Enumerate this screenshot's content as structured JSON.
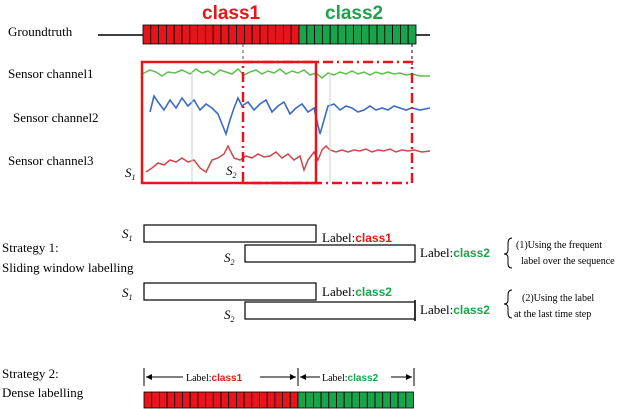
{
  "colors": {
    "class1": "#e8141b",
    "class2": "#1aa34a",
    "channel1": "#5cbf4c",
    "channel2": "#3a6bc4",
    "channel3": "#d0464b",
    "window": "#e8141b"
  },
  "top": {
    "groundtruth_label": "Groundtruth",
    "class1_title": "class1",
    "class2_title": "class2",
    "channels": [
      "Sensor channel1",
      "Sensor channel2",
      "Sensor channel3"
    ],
    "s1": "S",
    "s1_sub": "1",
    "s2": "S",
    "s2_sub": "2"
  },
  "strategy1": {
    "title_line1": "Strategy  1:",
    "title_line2": "Sliding window labelling",
    "s1": "S",
    "s1_sub": "1",
    "s2": "S",
    "s2_sub": "2",
    "label_prefix": "Label:",
    "row1_label": "class1",
    "row2_label": "class2",
    "row3_label": "class2",
    "row4_label": "class2",
    "note1_line1": "(1)Using the frequent",
    "note1_line2": "label over the sequence",
    "note2_line1": "(2)Using the label",
    "note2_line2": "at the last time step"
  },
  "strategy2": {
    "title_line1": "Strategy  2:",
    "title_line2": "Dense labelling",
    "label_prefix": "Label:",
    "class1": "class1",
    "class2": "class2"
  }
}
